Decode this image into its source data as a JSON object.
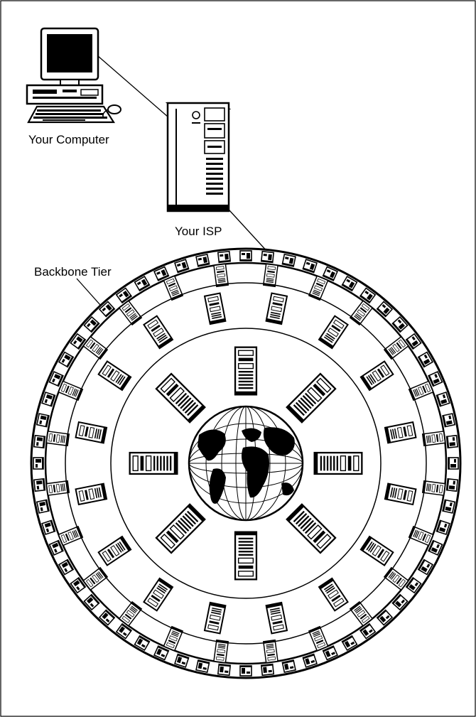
{
  "labels": {
    "computer": "Your Computer",
    "isp": "Your ISP",
    "backbone": "Backbone Tier"
  },
  "colors": {
    "ink": "#000000",
    "paper": "#ffffff"
  },
  "rings": {
    "inner_server_count": 8,
    "middle_server_count": 16,
    "outer_server_count": 24,
    "rim_segment_count": 60
  }
}
